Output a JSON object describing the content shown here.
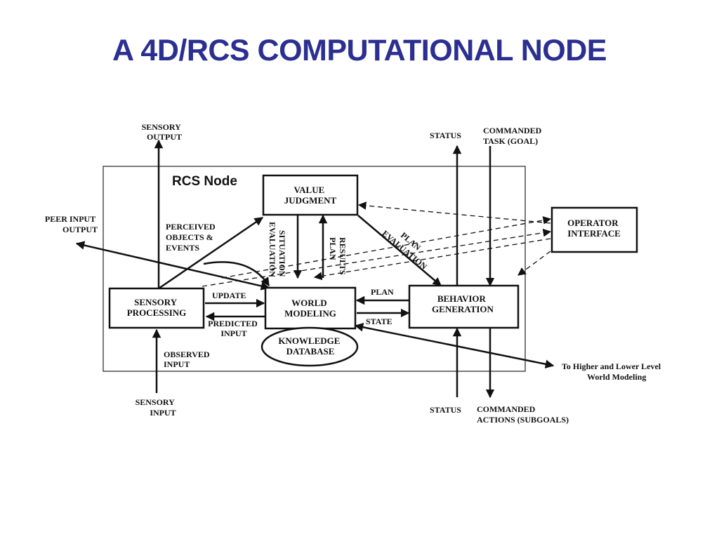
{
  "slide_title": "A 4D/RCS COMPUTATIONAL NODE",
  "node_label": "RCS Node",
  "boxes": {
    "value_judgment": [
      "VALUE",
      "JUDGMENT"
    ],
    "sensory_processing": [
      "SENSORY",
      "PROCESSING"
    ],
    "world_modeling": [
      "WORLD",
      "MODELING"
    ],
    "knowledge_database": [
      "KNOWLEDGE",
      "DATABASE"
    ],
    "behavior_generation": [
      "BEHAVIOR",
      "GENERATION"
    ],
    "operator_interface": [
      "OPERATOR",
      "INTERFACE"
    ]
  },
  "labels": {
    "sensory_output": [
      "SENSORY",
      "OUTPUT"
    ],
    "peer_input_output": [
      "PEER INPUT",
      "OUTPUT"
    ],
    "perceived": [
      "PERCEIVED",
      "OBJECTS &",
      "EVENTS"
    ],
    "situation_evaluation": [
      "SITUATION",
      "EVALUATION"
    ],
    "plan_results": [
      "PLAN",
      "RESULTS"
    ],
    "plan_evaluation": [
      "PLAN",
      "EVALUATION"
    ],
    "status_top": "STATUS",
    "commanded_task": [
      "COMMANDED",
      "TASK (GOAL)"
    ],
    "update": "UPDATE",
    "predicted_input": [
      "PREDICTED",
      "INPUT"
    ],
    "plan": "PLAN",
    "state": "STATE",
    "observed_input": [
      "OBSERVED",
      "INPUT"
    ],
    "sensory_input": [
      "SENSORY",
      "INPUT"
    ],
    "status_bottom": "STATUS",
    "commanded_actions": [
      "COMMANDED",
      "ACTIONS (SUBGOALS)"
    ],
    "higher_lower": [
      "To Higher and Lower Level",
      "World Modeling"
    ]
  }
}
